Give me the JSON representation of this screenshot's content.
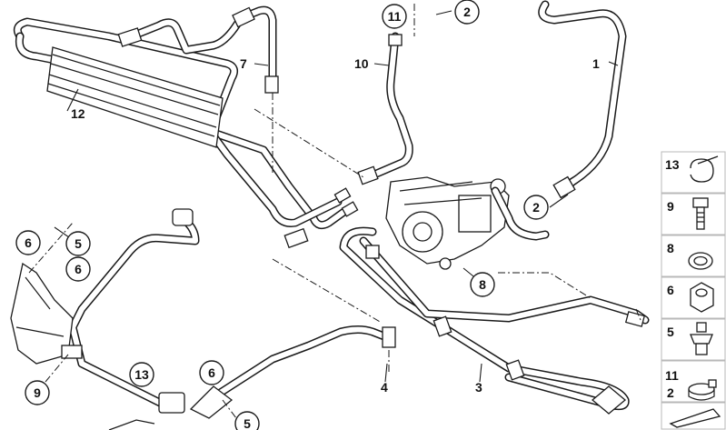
{
  "diagram": {
    "callouts": {
      "c1": "1",
      "c2a": "2",
      "c2b": "2",
      "c3": "3",
      "c4": "4",
      "c5a": "5",
      "c5b": "5",
      "c6a": "6",
      "c6b": "6",
      "c6c": "6",
      "c7": "7",
      "c8": "8",
      "c9": "9",
      "c10": "10",
      "c11": "11",
      "c12": "12",
      "c13": "13"
    }
  },
  "legend": {
    "items": [
      {
        "numbers": [
          "13"
        ],
        "icon": "hose-clip-icon"
      },
      {
        "numbers": [
          "9"
        ],
        "icon": "bolt-icon"
      },
      {
        "numbers": [
          "8"
        ],
        "icon": "sealing-ring-icon"
      },
      {
        "numbers": [
          "6"
        ],
        "icon": "hex-nut-icon"
      },
      {
        "numbers": [
          "5"
        ],
        "icon": "grommet-icon"
      },
      {
        "numbers": [
          "11",
          "2"
        ],
        "icon": "hose-clamp-icon"
      }
    ]
  },
  "colors": {
    "line": "#1a1a1a",
    "background": "#ffffff",
    "legend_border": "#b8b8b8"
  }
}
